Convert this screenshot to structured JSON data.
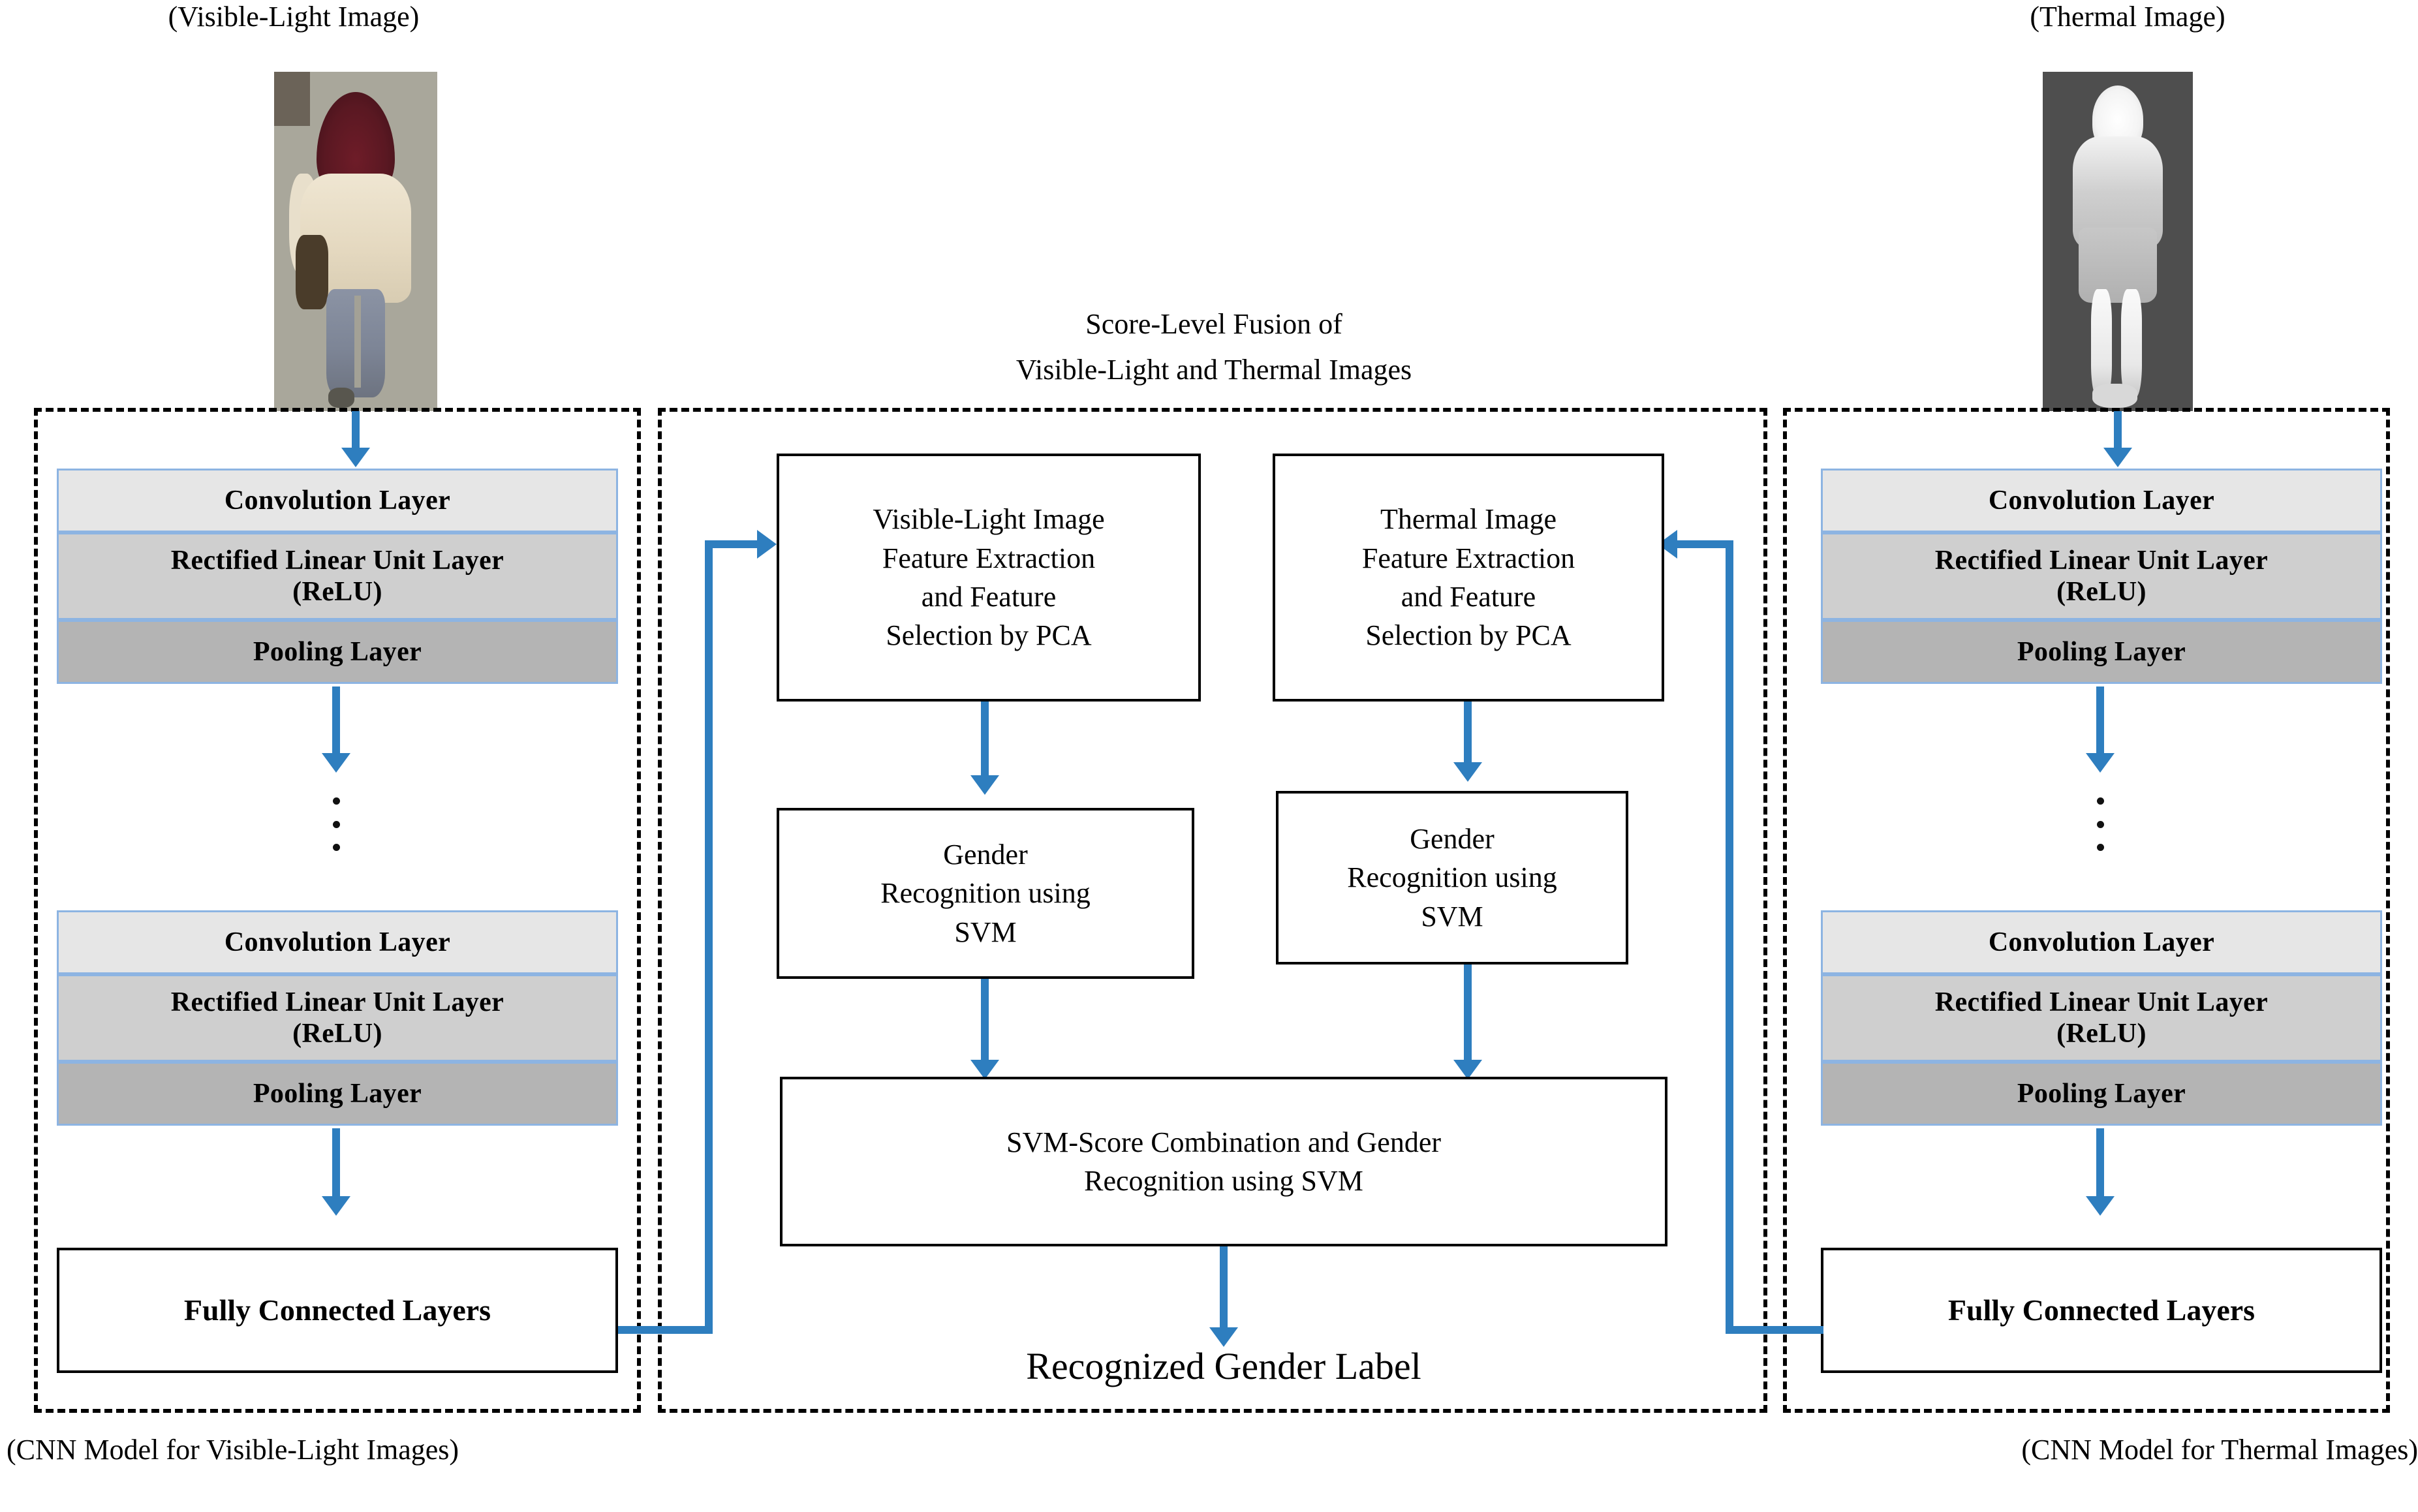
{
  "figure": {
    "left_image_caption": "(Visible-Light Image)",
    "right_image_caption": "(Thermal Image)",
    "left_model_caption": "(CNN Model for Visible-Light Images)",
    "right_model_caption": "(CNN Model for Thermal Images)",
    "center_title_line1": "Score-Level Fusion of",
    "center_title_line2": "Visible-Light and Thermal Images",
    "final_output_label": "Recognized Gender Label"
  },
  "colors": {
    "arrow_blue": "#2E7EBF",
    "layer_border_blue": "#8DB4E2",
    "convolution_fill": "#E6E6E6",
    "relu_fill": "#CFCFCF",
    "pooling_fill": "#B4B4B4",
    "panel_dash": "#000000"
  },
  "cnn_left": {
    "blocks": [
      {
        "convolution": "Convolution  Layer",
        "relu": "Rectified  Linear Unit Layer\n(ReLU)",
        "pooling": "Pooling  Layer"
      },
      {
        "convolution": "Convolution  Layer",
        "relu": "Rectified  Linear Unit Layer\n(ReLU)",
        "pooling": "Pooling  Layer"
      }
    ],
    "fully_connected": "Fully  Connected  Layers",
    "ellipsis": "⋮"
  },
  "cnn_right": {
    "blocks": [
      {
        "convolution": "Convolution  Layer",
        "relu": "Rectified  Linear Unit Layer\n(ReLU)",
        "pooling": "Pooling  Layer"
      },
      {
        "convolution": "Convolution  Layer",
        "relu": "Rectified  Linear Unit Layer\n(ReLU)",
        "pooling": "Pooling  Layer"
      }
    ],
    "fully_connected": "Fully  Connected  Layers",
    "ellipsis": "⋮"
  },
  "fusion": {
    "visible_feature_box": "Visible-Light Image\nFeature Extraction\nand Feature\nSelection by PCA",
    "thermal_feature_box": "Thermal Image\nFeature Extraction\nand Feature\nSelection by PCA",
    "visible_svm_box": "Gender\nRecognition using\nSVM",
    "thermal_svm_box": "Gender\nRecognition using\nSVM",
    "combination_box": "SVM-Score Combination and Gender\nRecognition using SVM"
  }
}
